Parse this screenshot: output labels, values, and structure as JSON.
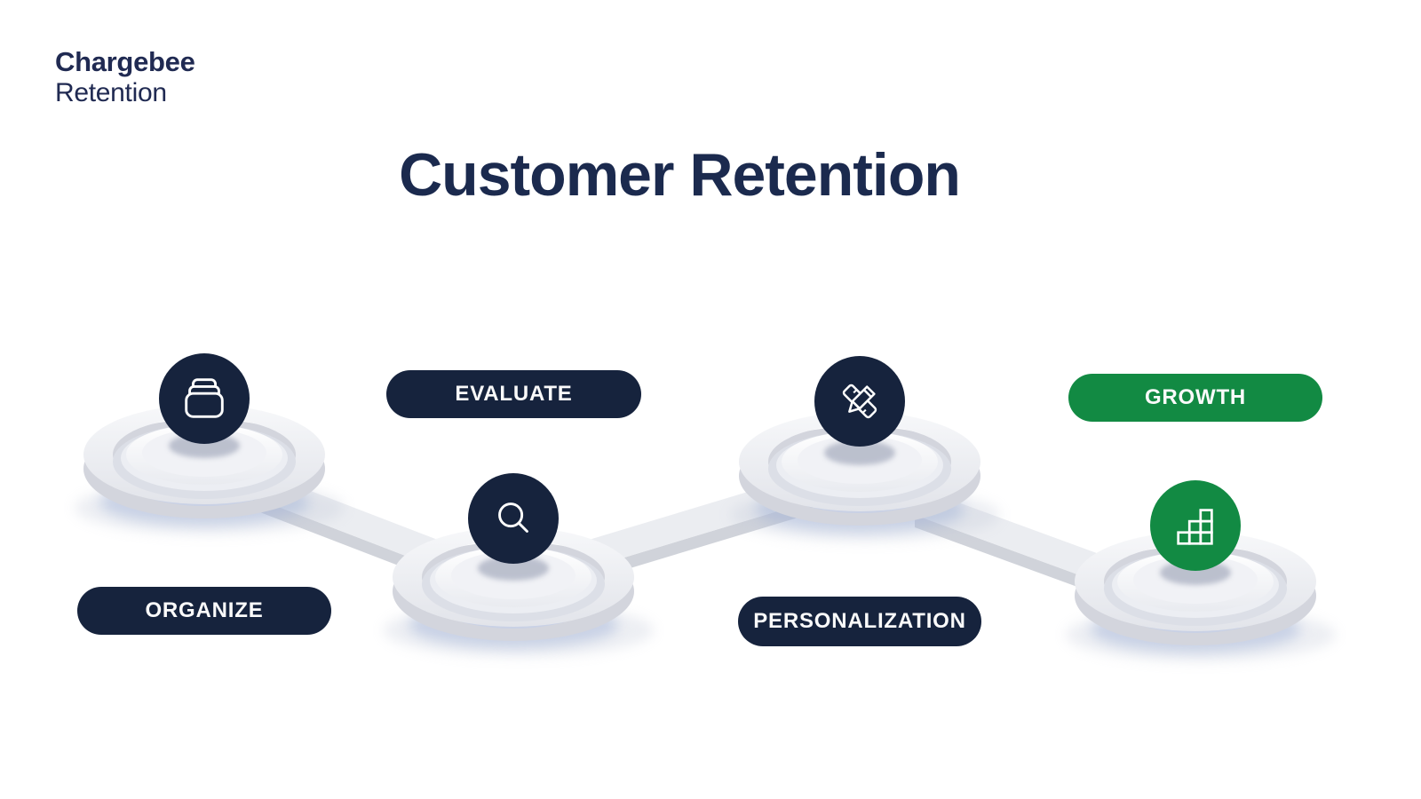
{
  "logo": {
    "brand": "Chargebee",
    "product": "Retention"
  },
  "title": "Customer Retention",
  "steps": [
    {
      "label": "ORGANIZE",
      "icon": "archive-stack-icon",
      "badge_color": "#16233D"
    },
    {
      "label": "EVALUATE",
      "icon": "search-icon",
      "badge_color": "#16233D"
    },
    {
      "label": "PERSONALIZATION",
      "icon": "pencil-ruler-icon",
      "badge_color": "#16233D"
    },
    {
      "label": "GROWTH",
      "icon": "stair-growth-icon",
      "badge_color": "#128A43"
    }
  ],
  "colors": {
    "navy": "#16233D",
    "green": "#128A43",
    "title_navy": "#1B2A4E",
    "logo_navy": "#202A52",
    "pill_text": "#FAFAFA",
    "beam_top": "#EBEDF1",
    "beam_side": "#D0D3DA"
  }
}
